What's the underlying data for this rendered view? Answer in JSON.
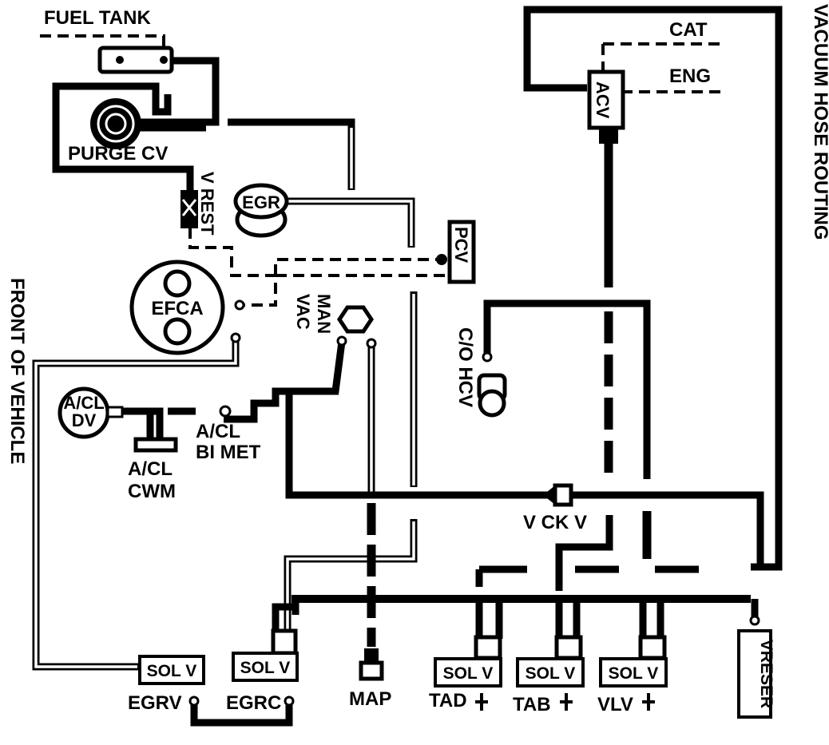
{
  "diagram": {
    "title": "VACUUM HOSE ROUTING",
    "side_label": "FRONT OF VEHICLE",
    "labels": {
      "fuel_tank": "FUEL TANK",
      "purge_cv": "PURGE CV",
      "v_rest": "V REST",
      "egr": "EGR",
      "pcv": "PCV",
      "efca": "EFCA",
      "man_vac_1": "MAN",
      "man_vac_2": "VAC",
      "acl_dv_1": "A/CL",
      "acl_dv_2": "DV",
      "acl_bimet_1": "A/CL",
      "acl_bimet_2": "BI MET",
      "acl_cwm_1": "A/CL",
      "acl_cwm_2": "CWM",
      "cat": "CAT",
      "eng": "ENG",
      "acv": "ACV",
      "co_hcv": "C/O HCV",
      "v_ck_v": "V CK V",
      "map": "MAP",
      "egrv": "EGRV",
      "egrc": "EGRC",
      "tad": "TAD",
      "tab": "TAB",
      "vlv": "VLV",
      "vreser": "VRESER",
      "sol_v": "SOL V"
    }
  }
}
